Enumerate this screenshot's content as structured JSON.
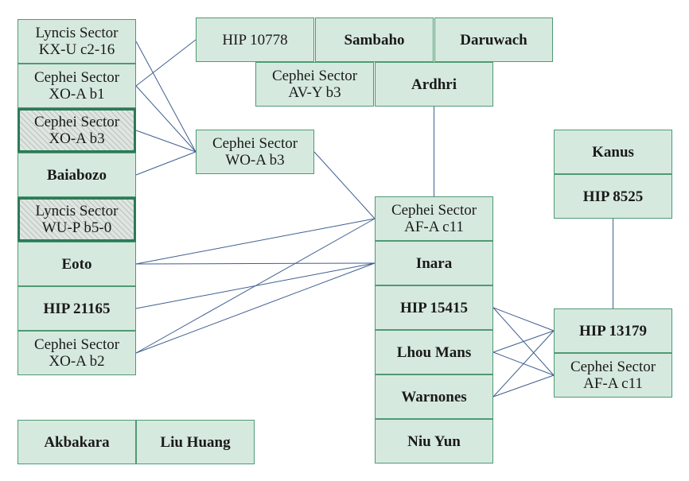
{
  "diagram": {
    "colors": {
      "fill": "#d6e9de",
      "border": "#4f9a74",
      "highlight_border": "#2c7a57",
      "edge": "#3f5f8f"
    },
    "nodes": [
      {
        "id": "n1",
        "label": "Lyncis Sector\nKX-U c2-16",
        "bold": false,
        "hatched": false
      },
      {
        "id": "n2",
        "label": "Cephei Sector\nXO-A b1",
        "bold": false,
        "hatched": false
      },
      {
        "id": "n3",
        "label": "Cephei Sector\nXO-A b3",
        "bold": false,
        "hatched": true
      },
      {
        "id": "n4",
        "label": "Baiabozo",
        "bold": true,
        "hatched": false
      },
      {
        "id": "n5",
        "label": "Lyncis Sector\nWU-P b5-0",
        "bold": false,
        "hatched": true
      },
      {
        "id": "n6",
        "label": "Eoto",
        "bold": true,
        "hatched": false
      },
      {
        "id": "n7",
        "label": "HIP 21165",
        "bold": true,
        "hatched": false
      },
      {
        "id": "n8",
        "label": "Cephei Sector\nXO-A b2",
        "bold": false,
        "hatched": false
      },
      {
        "id": "n9",
        "label": "Akbakara",
        "bold": true,
        "hatched": false
      },
      {
        "id": "n10",
        "label": "Liu Huang",
        "bold": true,
        "hatched": false
      },
      {
        "id": "n11",
        "label": "HIP 10778",
        "bold": false,
        "hatched": false
      },
      {
        "id": "n12",
        "label": "Sambaho",
        "bold": true,
        "hatched": false
      },
      {
        "id": "n13",
        "label": "Daruwach",
        "bold": true,
        "hatched": false
      },
      {
        "id": "n14",
        "label": "Cephei Sector\nAV-Y b3",
        "bold": false,
        "hatched": false
      },
      {
        "id": "n15",
        "label": "Ardhri",
        "bold": true,
        "hatched": false
      },
      {
        "id": "n16",
        "label": "Cephei Sector\nWO-A b3",
        "bold": false,
        "hatched": false
      },
      {
        "id": "n17",
        "label": "Cephei Sector\nAF-A c11",
        "bold": false,
        "hatched": false
      },
      {
        "id": "n18",
        "label": "Inara",
        "bold": true,
        "hatched": false
      },
      {
        "id": "n19",
        "label": "HIP 15415",
        "bold": true,
        "hatched": false
      },
      {
        "id": "n20",
        "label": "Lhou Mans",
        "bold": true,
        "hatched": false
      },
      {
        "id": "n21",
        "label": "Warnones",
        "bold": true,
        "hatched": false
      },
      {
        "id": "n22",
        "label": "Niu Yun",
        "bold": true,
        "hatched": false
      },
      {
        "id": "n23",
        "label": "Kanus",
        "bold": true,
        "hatched": false
      },
      {
        "id": "n24",
        "label": "HIP 8525",
        "bold": true,
        "hatched": false
      },
      {
        "id": "n25",
        "label": "HIP 13179",
        "bold": true,
        "hatched": false
      },
      {
        "id": "n26",
        "label": "Cephei Sector\nAF-A c11",
        "bold": false,
        "hatched": false
      }
    ],
    "edges": [
      [
        "n1",
        "n16"
      ],
      [
        "n2",
        "n11"
      ],
      [
        "n2",
        "n16"
      ],
      [
        "n3",
        "n16"
      ],
      [
        "n16",
        "n4"
      ],
      [
        "n16",
        "n17"
      ],
      [
        "n15",
        "n17"
      ],
      [
        "n6",
        "n17"
      ],
      [
        "n6",
        "n18"
      ],
      [
        "n7",
        "n18"
      ],
      [
        "n8",
        "n17"
      ],
      [
        "n8",
        "n18"
      ],
      [
        "n22",
        "n17"
      ],
      [
        "n19",
        "n25"
      ],
      [
        "n19",
        "n26"
      ],
      [
        "n20",
        "n25"
      ],
      [
        "n20",
        "n26"
      ],
      [
        "n21",
        "n25"
      ],
      [
        "n21",
        "n26"
      ],
      [
        "n24",
        "n25"
      ]
    ]
  }
}
